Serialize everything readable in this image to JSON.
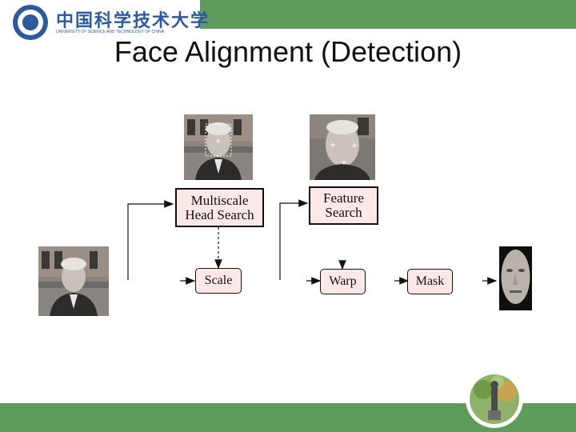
{
  "header": {
    "university_name_cn": "中国科学技术大学",
    "university_name_en": "UNIVERSITY OF SCIENCE AND TECHNOLOGY OF CHINA"
  },
  "slide": {
    "title": "Face Alignment (Detection)"
  },
  "diagram": {
    "nodes": {
      "multiscale_head_search": "Multiscale\nHead Search",
      "feature_search": "Feature\nSearch",
      "scale": "Scale",
      "warp": "Warp",
      "mask": "Mask"
    }
  },
  "colors": {
    "bar_green": "#5f9b5a",
    "box_fill": "#fde8e8",
    "logo_blue": "#2c5aa0"
  }
}
